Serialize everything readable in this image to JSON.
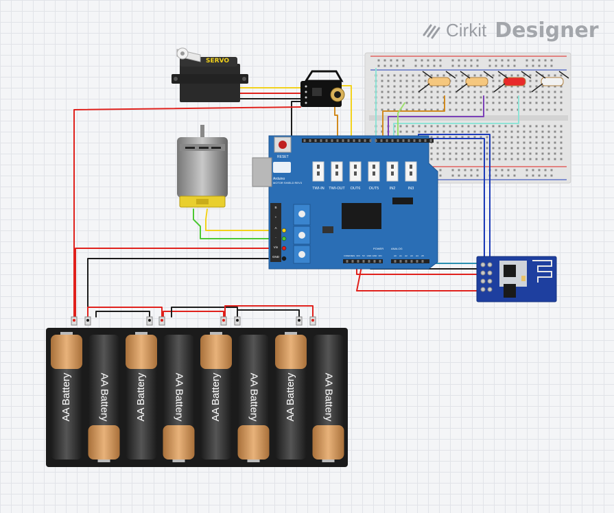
{
  "watermark": {
    "brand": "Cirkit",
    "product": "Designer"
  },
  "components": {
    "servo": {
      "label": "SERVO"
    },
    "shield": {
      "reset_label": "RESET",
      "logo_text": "Arduino",
      "sub_text": "MOTOR SHIELD REV3",
      "ports": [
        "TWI-IN",
        "TWI-OUT",
        "OUT6",
        "OUT5",
        "IN2",
        "IN3"
      ],
      "power_label": "POWER",
      "analog_label": "ANALOG",
      "terminal_labels": [
        "B",
        "+",
        "A",
        "-",
        "Vin",
        "GND"
      ],
      "header_power": [
        "IOREF",
        "RES",
        "3V3",
        "5V",
        "GND",
        "GND",
        "VIN"
      ],
      "header_analog": [
        "A0",
        "A1",
        "A2",
        "A3",
        "A4",
        "A5"
      ]
    },
    "batteries": {
      "label": "AA Battery",
      "count": 8
    }
  },
  "colors": {
    "wire_red": "#e0201b",
    "wire_black": "#1a1a1a",
    "wire_yellow": "#f2d21b",
    "wire_green": "#4cc832",
    "wire_orange": "#d18a1e",
    "wire_purple": "#7b3fb8",
    "wire_cyan": "#8fe3d6",
    "wire_blue": "#1b3ab8",
    "wire_teal": "#2a8fb0",
    "shield_blue": "#2a6eb5",
    "esp_blue": "#1e3f9f"
  }
}
